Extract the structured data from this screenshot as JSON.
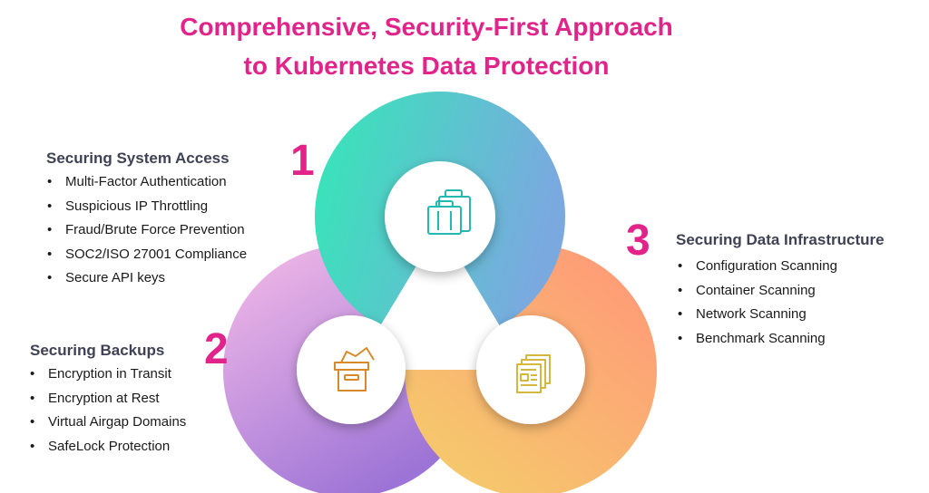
{
  "title": {
    "line1": "Comprehensive, Security-First Approach",
    "line2": "to Kubernetes Data Protection"
  },
  "colors": {
    "accent": "#e0248a",
    "text_dark": "#3f4154",
    "ring1_start": "#34e8b6",
    "ring1_end": "#7aa9e0",
    "ring2_start": "#f6bde8",
    "ring2_end": "#9c73d6",
    "ring3_start": "#f4d06a",
    "ring3_end": "#ff9a78",
    "icon1": "#23b8b0",
    "icon2": "#d78a2a",
    "icon3": "#d4b73e"
  },
  "groups": [
    {
      "number": "1",
      "title": "Securing System Access",
      "icon": "luggage-icon",
      "items": [
        "Multi-Factor Authentication",
        "Suspicious IP Throttling",
        "Fraud/Brute Force Prevention",
        "SOC2/ISO 27001 Compliance",
        "Secure API keys"
      ]
    },
    {
      "number": "2",
      "title": "Securing Backups",
      "icon": "archive-box-icon",
      "items": [
        "Encryption in Transit",
        "Encryption at Rest",
        "Virtual Airgap Domains",
        "SafeLock Protection"
      ]
    },
    {
      "number": "3",
      "title": "Securing Data Infrastructure",
      "icon": "document-stack-icon",
      "items": [
        "Configuration Scanning",
        "Container Scanning",
        "Network Scanning",
        "Benchmark Scanning"
      ]
    }
  ]
}
